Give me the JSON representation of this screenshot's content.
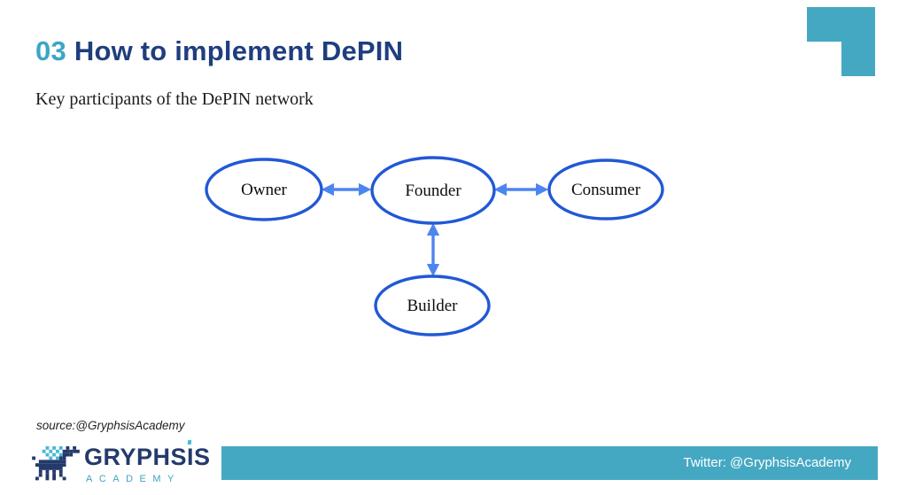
{
  "slide": {
    "title": {
      "number": "03",
      "text": "How to implement DePIN"
    },
    "subtitle": "Key participants of the DePIN network",
    "source": "source:@GryphsisAcademy",
    "footer": {
      "twitter": "Twitter: @GryphsisAcademy"
    },
    "logo": {
      "word_parts": [
        "GRYPHS",
        "I",
        "S"
      ],
      "subtext": "ACADEMY"
    }
  },
  "diagram": {
    "nodes": [
      {
        "id": "owner",
        "label": "Owner"
      },
      {
        "id": "founder",
        "label": "Founder"
      },
      {
        "id": "consumer",
        "label": "Consumer"
      },
      {
        "id": "builder",
        "label": "Builder"
      }
    ],
    "edges": [
      {
        "from": "Owner",
        "to": "Founder",
        "bidirectional": true
      },
      {
        "from": "Founder",
        "to": "Consumer",
        "bidirectional": true
      },
      {
        "from": "Founder",
        "to": "Builder",
        "bidirectional": true
      }
    ]
  },
  "colors": {
    "accent_teal": "#45a8c2",
    "title_teal": "#3ba6c6",
    "title_navy": "#1f3e7e",
    "node_stroke_blue": "#2158d6",
    "arrow_blue": "#4d85f0",
    "logo_navy": "#243a6b",
    "logo_teal": "#3fa3c0"
  }
}
